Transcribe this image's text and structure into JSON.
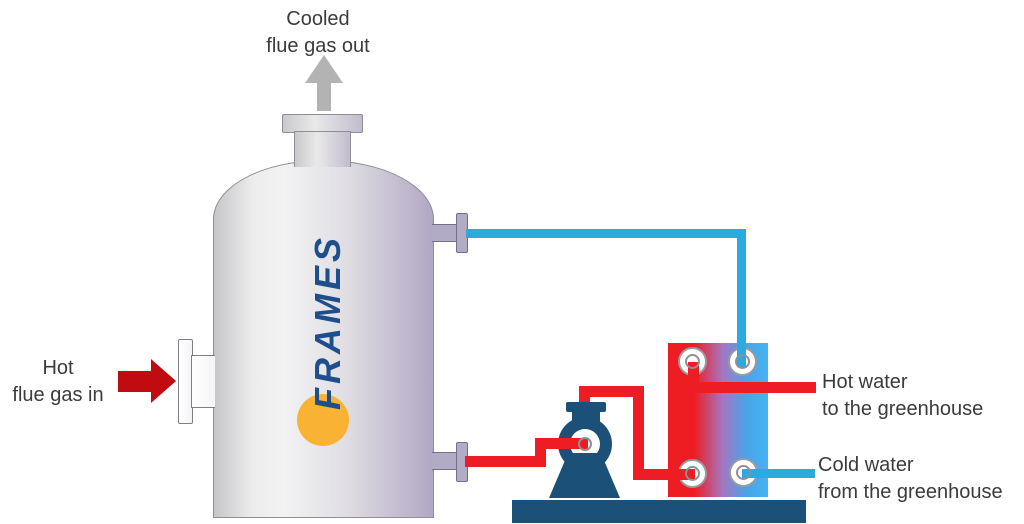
{
  "diagram": {
    "labels": {
      "cooled_flue_gas": {
        "line1": "Cooled",
        "line2": "flue gas out"
      },
      "hot_flue_gas": {
        "line1": "Hot",
        "line2": "flue gas in"
      },
      "hot_water": {
        "line1": "Hot water",
        "line2": "to the greenhouse"
      },
      "cold_water": {
        "line1": "Cold water",
        "line2": "from the greenhouse"
      }
    },
    "vessel": {
      "logo_text": "FRAMES"
    },
    "icons": {
      "up_arrow": "cooled flue gas outlet arrow",
      "right_arrow": "hot flue gas inlet arrow"
    },
    "colors": {
      "pipe_hot": "#ee1c23",
      "pipe_cold": "#29abe2",
      "arrow_hot_gas": "#c00b10",
      "arrow_cooled_gas": "#b3b3b3",
      "equipment_navy": "#1b5178",
      "logo_blue": "#1e4e8c",
      "logo_yellow": "#f9b233",
      "label_text": "#3b3b3b"
    }
  }
}
